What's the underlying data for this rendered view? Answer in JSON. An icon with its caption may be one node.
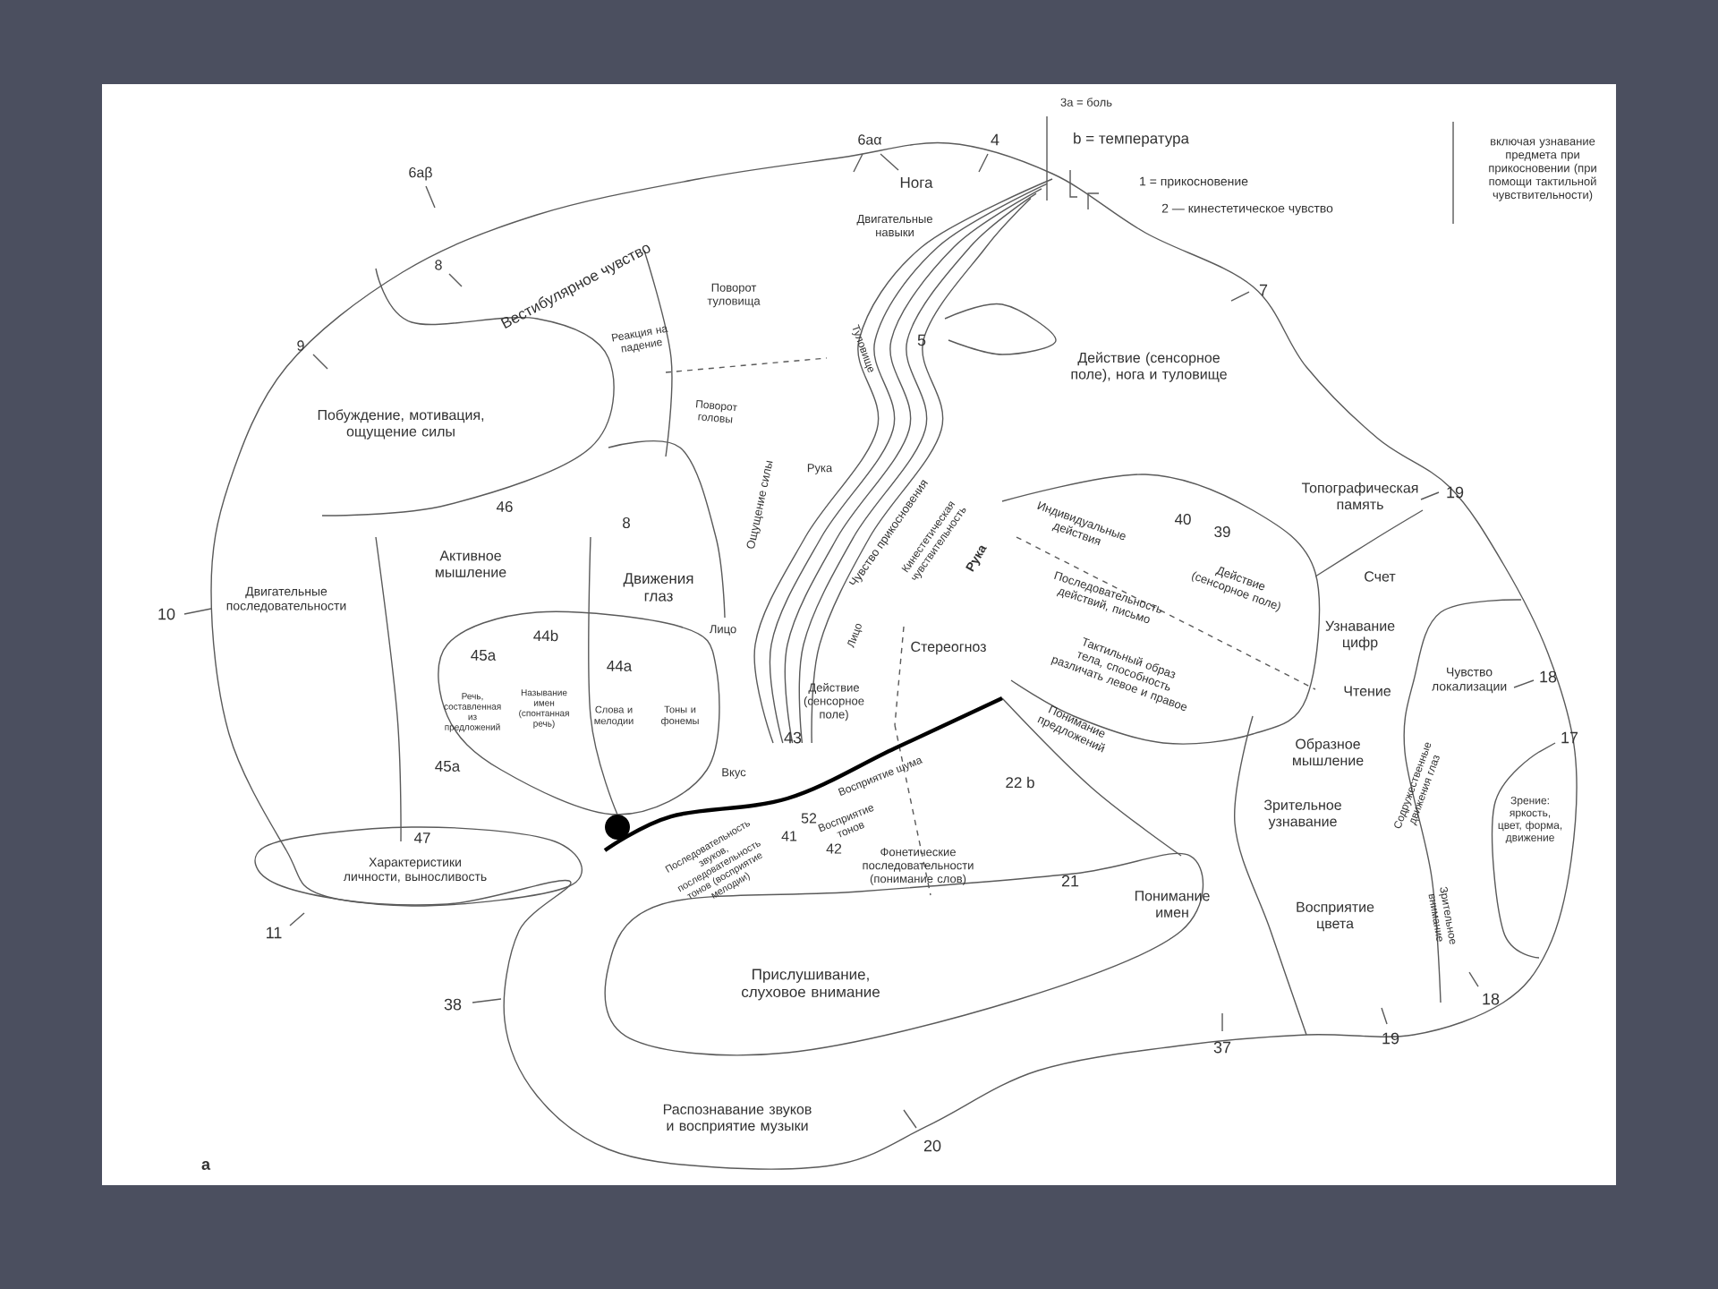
{
  "diagram": {
    "labels": [
      "3а = боль",
      "6аβ",
      "6аα",
      "4",
      "b = температура",
      "Нога",
      "1 = прикосновение",
      "включая узнавание предмета при прикосновении (при помощи тактильной чувствительности)",
      "2 — кинестетическое чувство",
      "Двигательные навыки",
      "8",
      "Вестибулярное чувство",
      "Поворот туловища",
      "7",
      "Реакция на падение",
      "Туловище",
      "9",
      "5",
      "Действие (сенсорное поле), нога и туловище",
      "Побуждение, мотивация, ощущение силы",
      "Поворот головы",
      "Ощущение силы",
      "Рука",
      "Топографическая память",
      "19",
      "46",
      "8",
      "Индивидуальные действия",
      "40",
      "39",
      "Чувство прикосновения",
      "Кинестетическая чувствительность",
      "Рука",
      "Двигательные последовательности",
      "10",
      "Активное мышление",
      "Движения глаз",
      "Действие (сенсорное поле)",
      "Счет",
      "Последовательность действий, письмо",
      "Узнавание цифр",
      "44b",
      "45а",
      "44а",
      "Лицо",
      "Лицо",
      "Стереогноз",
      "Тактильный образ тела, способность различать левое и правое",
      "Чтение",
      "Чувство локализации",
      "18",
      "17",
      "Речь, составленная из предложений",
      "Называние имен (спонтанная речь)",
      "Слова и мелодии",
      "Тоны и фонемы",
      "Действие (сенсорное поле)",
      "43",
      "Понимание предложений",
      "Образное мышление",
      "Вкус",
      "45а",
      "22 b",
      "Восприятие шума",
      "52",
      "Восприятие тонов",
      "41",
      "Зрительное узнавание",
      "Содружественные движения глаз",
      "Зрение: яркость, цвет, форма, движение",
      "47",
      "42",
      "Фонетические последовательности (понимание слов)",
      "Характеристики личности, выносливость",
      "Последовательность звуков, последовательность тонов (восприятие мелодии)",
      "21",
      "Понимание имен",
      "Восприятие цвета",
      "Зрительное внимание",
      "11",
      "Прислушивание, слуховое внимание",
      "38",
      "18",
      "19",
      "37",
      "Распознавание звуков и восприятие музыки",
      "20",
      "а"
    ]
  }
}
